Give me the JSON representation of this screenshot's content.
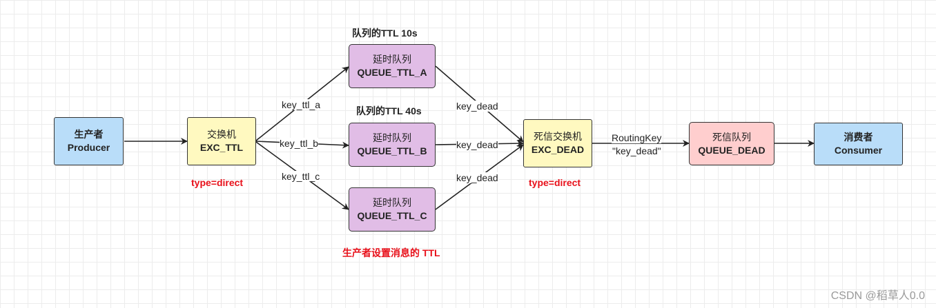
{
  "nodes": {
    "producer": {
      "line1": "生产者",
      "line2": "Producer",
      "color": "#b9ddf9"
    },
    "exchange": {
      "line1": "交换机",
      "line2": "EXC_TTL",
      "color": "#fff9c0"
    },
    "queue_a": {
      "line1": "延时队列",
      "line2": "QUEUE_TTL_A",
      "color": "#e1bde6"
    },
    "queue_b": {
      "line1": "延时队列",
      "line2": "QUEUE_TTL_B",
      "color": "#e1bde6"
    },
    "queue_c": {
      "line1": "延时队列",
      "line2": "QUEUE_TTL_C",
      "color": "#e1bde6"
    },
    "dead_exchange": {
      "line1": "死信交换机",
      "line2": "EXC_DEAD",
      "color": "#fff9c0"
    },
    "dead_queue": {
      "line1": "死信队列",
      "line2": "QUEUE_DEAD",
      "color": "#ffcece"
    },
    "consumer": {
      "line1": "消费者",
      "line2": "Consumer",
      "color": "#b9ddf9"
    }
  },
  "labels": {
    "ttl_a": "队列的TTL 10s",
    "ttl_b": "队列的TTL 40s",
    "key_a": "key_ttl_a",
    "key_b": "key_ttl_b",
    "key_c": "key_ttl_c",
    "dead_a": "key_dead",
    "dead_b": "key_dead",
    "dead_c": "key_dead",
    "routing_key": "RoutingKey",
    "routing_value": "\"key_dead\"",
    "type_exchange": "type=direct",
    "type_dead_exchange": "type=direct",
    "producer_note": "生产者设置消息的 TTL"
  },
  "watermark": "CSDN @稻草人0.0"
}
